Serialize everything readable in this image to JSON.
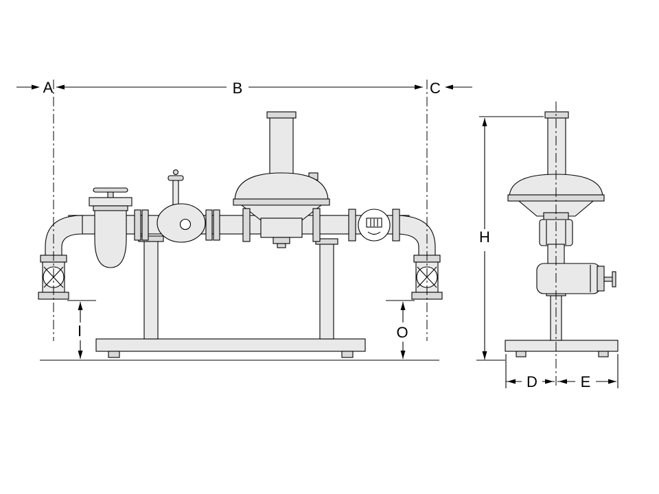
{
  "diagram": {
    "type": "technical-dimension-drawing",
    "labels": {
      "a": "A",
      "b": "B",
      "c": "C",
      "h": "H",
      "i": "I",
      "o": "O",
      "d": "D",
      "e": "E"
    },
    "colors": {
      "background": "#ffffff",
      "line": "#000000",
      "fill_light": "#e9e9e9",
      "fill_mid": "#d9d9d9"
    }
  }
}
